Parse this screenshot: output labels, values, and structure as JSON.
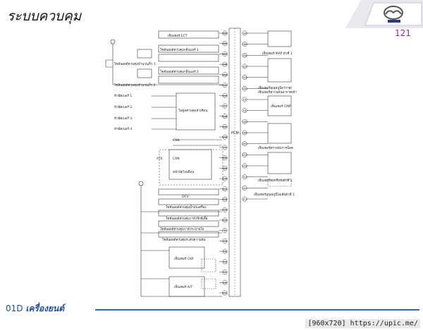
{
  "header": {
    "title": "ระบบควบคุม",
    "page_number": "121"
  },
  "footer": {
    "code": "01D",
    "section": "เครื่องยนต์"
  },
  "watermark": "[960x720] https://upic.me/",
  "diagram": {
    "pcm_label": "PCM",
    "left_terminals": [
      "1DD",
      "1DE",
      "2BG",
      "2AB",
      "2AW",
      "2AU",
      "2AS",
      "2I",
      "2AM",
      "2AL",
      "1AD",
      "1Y",
      "1BD",
      "1BI",
      "1CK",
      "1CH",
      "1CE",
      "1CG",
      "1CF",
      "1J",
      "1M",
      "1Q",
      "1G",
      "1V",
      "1H",
      "1CC"
    ],
    "right_terminals": [
      "1BI",
      "1BK",
      "1BJ",
      "1DI",
      "1DJ",
      "1DN",
      "1K",
      "1A",
      "1BN",
      "1BR",
      "1BO",
      "1CE",
      "1CB",
      "1CJ",
      "1AC",
      "1CI"
    ],
    "left_labels": {
      "ect": "เซ็นเซอร์ ECT",
      "vvt1": "โซลีนอยด์ควบคุมกลิ่นแอร์ 1",
      "sol_relay1": "โซลีนอยด์ควบคุมจำนวนเร็ว 1",
      "vvt2": "โซลีนอยด์ควบคุมกลิ่นแอร์ 2",
      "sol_relay2": "โซลีนอยด์ควบคุมจำนวนเร็ว 2",
      "inj1": "หัวฉีดเบอร์ 1",
      "inj2": "หัวฉีดเบอร์ 2",
      "inj3": "หัวฉีดเบอร์ 3",
      "inj4": "หัวฉีดเบอร์ 4",
      "coil": "โมดูลควบคุมหัวเทียน",
      "can1": "CAN",
      "atx": "ATX",
      "can2": "CAN",
      "instr": "หน้าปัดไฟเตือน",
      "ogv": "OCV",
      "v1": "โซลีนอยด์ควบคุมน้ำมันเครื่อง",
      "v2": "โซลีนอยด์ควบคุมวาล์วปีกผีเสื้อ",
      "v3": "โซลีนอยด์ควบคุมวาล์วระบายไอ",
      "v4": "โซลีนอยด์ควบคุมระดับความดัน",
      "ckp": "เซ็นเซอร์ CKP",
      "at": "เซ็นเซอร์ A/T"
    },
    "right_labels": {
      "map": "เซ็นเซอร์ MAP ตัวที่ 1",
      "iat": "เซ็นเซอร์อุณหภูมิอากาศ/",
      "iat2": "เซ็นเซอร์ความดันอากาศเข้า",
      "cmp": "เซ็นเซอร์ CMP",
      "knock": "เซ็นเซอร์ตรวจจับการน็อค",
      "o2a": "เซ็นเซอร์ออกซิเจนตัวที่ 1",
      "o2b": "เซ็นเซอร์อุณหภูมิไอเสียตัวที่ 1"
    }
  }
}
